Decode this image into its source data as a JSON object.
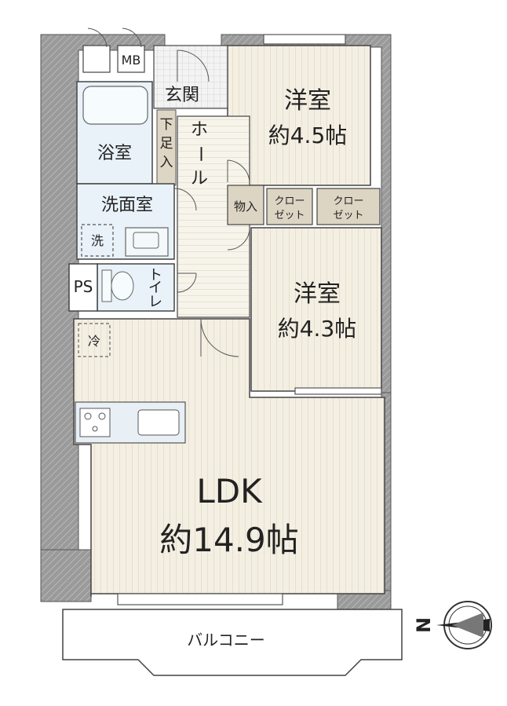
{
  "rooms": {
    "western_room_1": {
      "name": "洋室",
      "size": "約4.5帖"
    },
    "western_room_2": {
      "name": "洋室",
      "size": "約4.3帖"
    },
    "ldk": {
      "name": "LDK",
      "size": "約14.9帖"
    },
    "entrance": "玄関",
    "shoe_storage": [
      "下",
      "足",
      "入"
    ],
    "hall": [
      "ホ",
      "ー",
      "ル"
    ],
    "bathroom": "浴室",
    "washroom": "洗面室",
    "washer": "洗",
    "toilet": [
      "ト",
      "イ",
      "レ"
    ],
    "ps": "PS",
    "mb": "MB",
    "fridge": "冷",
    "storage": "物入",
    "closet_1": [
      "クロー",
      "ゼット"
    ],
    "closet_2": [
      "クロー",
      "ゼット"
    ],
    "balcony": "バルコニー"
  },
  "compass": {
    "label": "N"
  },
  "colors": {
    "wall": "#8c8c8c",
    "floor_wood": "#f3eee2",
    "floor_stripe": "#d9cfb6",
    "wet_area": "#e7f1f8",
    "storage": "#d8d0c0",
    "line": "#444444"
  }
}
